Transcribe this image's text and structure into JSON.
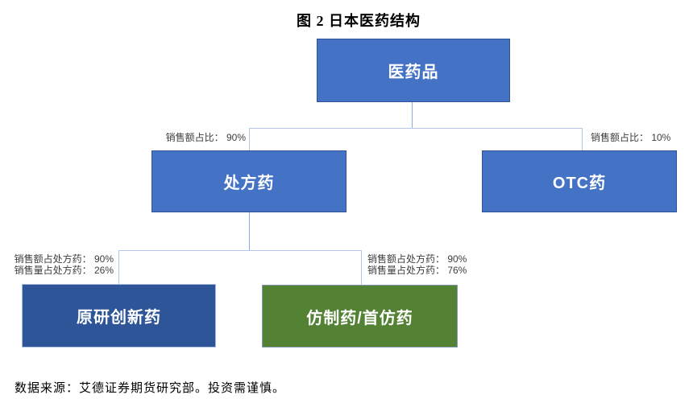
{
  "figure": {
    "title": "图 2  日本医药结构",
    "footer": "数据来源：艾德证券期货研究部。投资需谨慎。"
  },
  "colors": {
    "node_blue": "#4472C4",
    "node_dark_blue": "#2E5597",
    "node_green": "#548235",
    "connector_light": "#B4C7E7",
    "connector_dark": "#8FAADC",
    "edge_label_text": "#3D3D3D"
  },
  "diagram": {
    "root": {
      "label": "医药品",
      "children": [
        {
          "label": "处方药",
          "edge_label": "销售额占比： 90%",
          "children": [
            {
              "label": "原研创新药",
              "edge_labels": [
                "销售额占处方药： 90%",
                "销售量占处方药： 26%"
              ]
            },
            {
              "label": "仿制药/首仿药",
              "edge_labels": [
                "销售额占处方药： 90%",
                "销售量占处方药： 76%"
              ]
            }
          ]
        },
        {
          "label": "OTC药",
          "edge_label": "销售额占比： 10%"
        }
      ]
    }
  }
}
